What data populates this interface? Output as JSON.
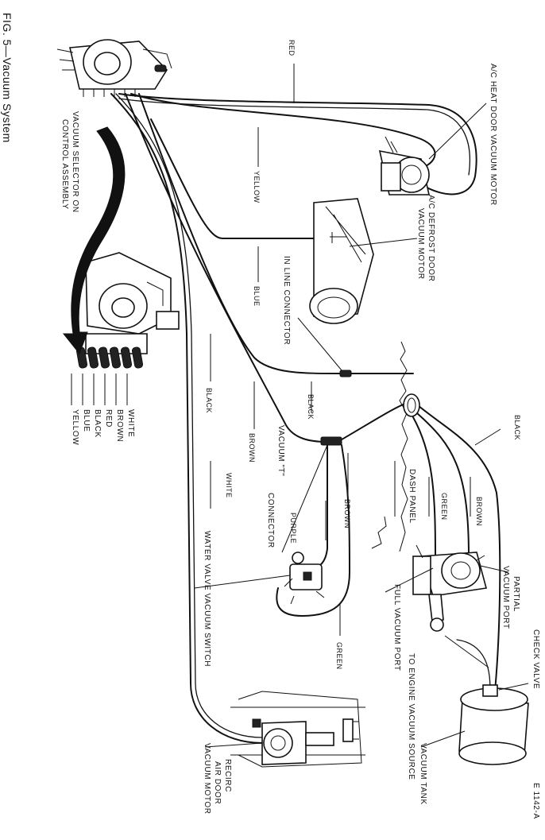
{
  "figure": {
    "caption": "FIG. 5—Vacuum System",
    "code": "E 1142-A"
  },
  "labels": {
    "selector": [
      "VACUUM SELECTOR ON",
      "CONTROL ASSEMBLY"
    ],
    "selector_ports": [
      "WHITE",
      "BROWN",
      "RED",
      "BLACK",
      "BLUE",
      "YELLOW"
    ],
    "heat_door_motor": "A/C HEAT DOOR VACUUM MOTOR",
    "defrost_door_motor": [
      "A/C DEFROST DOOR",
      "VACUUM MOTOR"
    ],
    "in_line_connector": "IN LINE CONNECTOR",
    "t_connector": [
      "VACUUM \"T\"",
      "CONNECTOR"
    ],
    "dash_panel": "DASH PANEL",
    "water_valve_switch": "WATER VALVE VACUUM SWITCH",
    "recirc_motor": [
      "RECIRC",
      "AIR DOOR",
      "VACUUM MOTOR"
    ],
    "full_vacuum_port": "FULL VACUUM PORT",
    "partial_vacuum_port": [
      "PARTIAL",
      "VACUUM PORT"
    ],
    "check_valve": "CHECK VALVE",
    "engine_source": "TO ENGINE VACUUM SOURCE",
    "vacuum_tank": "VACUUM TANK"
  },
  "hose_colors": {
    "red": "RED",
    "yellow": "YELLOW",
    "blue": "BLUE",
    "black_left": "BLACK",
    "black_mid": "BLACK",
    "black_right": "BLACK",
    "brown_left": "BROWN",
    "brown_mid": "BROWN",
    "brown_right": "BROWN",
    "white": "WHITE",
    "purple": "PURPLE",
    "green_right": "GREEN",
    "green_low": "GREEN"
  }
}
